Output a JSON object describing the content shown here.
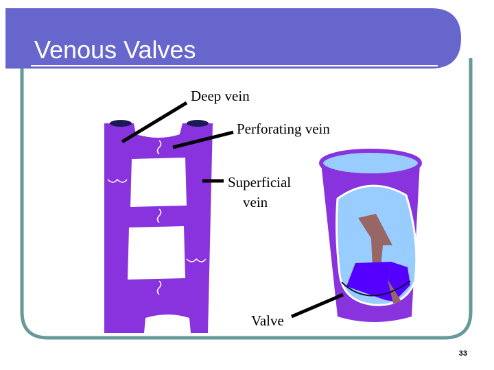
{
  "slide": {
    "title": "Venous Valves",
    "page_number": "33"
  },
  "labels": {
    "deep_vein": "Deep vein",
    "perforating_vein": "Perforating vein",
    "superficial_vein_line1": "Superficial",
    "superficial_vein_line2": "vein",
    "valve": "Valve"
  },
  "colors": {
    "title_bar": "#6666cc",
    "frame_line": "#669999",
    "vein_purple": "#8833dd",
    "vein_interior": "#99ccff",
    "valve_blue": "#5500ff",
    "valve_flap": "#996666"
  }
}
